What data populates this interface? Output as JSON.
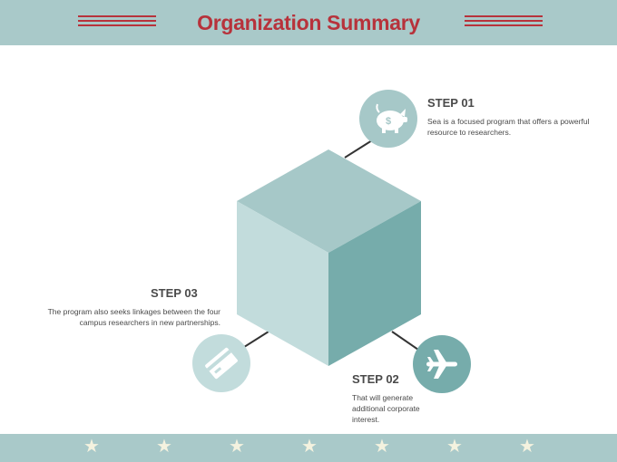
{
  "header": {
    "title": "Organization Summary"
  },
  "steps": [
    {
      "title": "STEP 01",
      "text": "Sea is a focused program that offers a powerful resource to researchers.",
      "icon": "piggy-bank-icon"
    },
    {
      "title": "STEP 02",
      "text": "That will generate additional corporate interest.",
      "icon": "airplane-icon"
    },
    {
      "title": "STEP 03",
      "text": "The program also seeks linkages between the four campus researchers in new partnerships.",
      "icon": "credit-card-icon"
    }
  ],
  "colors": {
    "band": "#a9c9c9",
    "title": "#b7323b",
    "cube_top": "#a6c8c8",
    "cube_left": "#c2dcdc",
    "cube_right": "#76acab",
    "icon_light": "#a6c8c8",
    "icon_light_2": "#c2dcdc",
    "icon_dark": "#76acab",
    "star": "#f4f2df"
  },
  "footer": {
    "star_glyph": "★"
  }
}
